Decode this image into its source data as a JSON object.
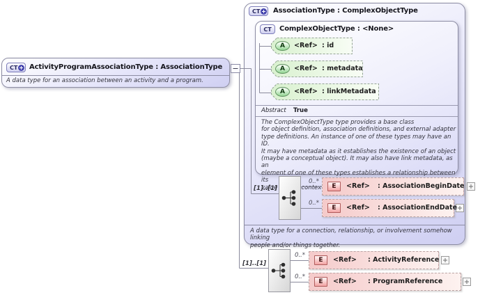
{
  "left_box": {
    "icon": "CT",
    "title": "ActivityProgramAssociationType : AssociationType",
    "description": "A data type for an association between an activity and a program."
  },
  "association_type": {
    "icon": "CT",
    "title": "AssociationType : ComplexObjectType",
    "description": "A data type for a connection, relationship, or involvement somehow linking\npeople and/or things together.",
    "complex_object_type": {
      "icon": "CT",
      "title": "ComplexObjectType : <None>",
      "attributes": [
        {
          "icon": "A",
          "ref": "<Ref>",
          "name": ": id"
        },
        {
          "icon": "A",
          "ref": "<Ref>",
          "name": ": metadata"
        },
        {
          "icon": "A",
          "ref": "<Ref>",
          "name": ": linkMetadata"
        }
      ],
      "abstract_label": "Abstract",
      "abstract_value": "True",
      "description": "The ComplexObjectType type provides a base class\nfor object definition, association definitions, and external adapter\ntype definitions. An instance of one of these types may have an ID.\nIt may have metadata as it establishes the existence of an object\n(maybe a conceptual object). It may also have link metadata, as an\nelement of one of these types establishes a relationship between its\nvalue and its context."
    },
    "sequence": {
      "cardinality": "[1]..[1]",
      "elements": [
        {
          "icon": "E",
          "occurs": "0..*",
          "ref": "<Ref>",
          "name": ": AssociationBeginDate"
        },
        {
          "icon": "E",
          "occurs": "0..*",
          "ref": "<Ref>",
          "name": ": AssociationEndDate"
        }
      ]
    }
  },
  "extension_sequence": {
    "cardinality": "[1]..[1]",
    "elements": [
      {
        "icon": "E",
        "occurs": "0..*",
        "ref": "<Ref>",
        "name": ": ActivityReference"
      },
      {
        "icon": "E",
        "occurs": "0..*",
        "ref": "<Ref>",
        "name": ": ProgramReference"
      }
    ]
  },
  "colors": {
    "box_lavender": "#cfcff2",
    "attribute_green": "#d9f1cf",
    "element_pink": "#f5caca",
    "icon_blue": "#4545ae",
    "line_gray": "#8a8a9c"
  }
}
